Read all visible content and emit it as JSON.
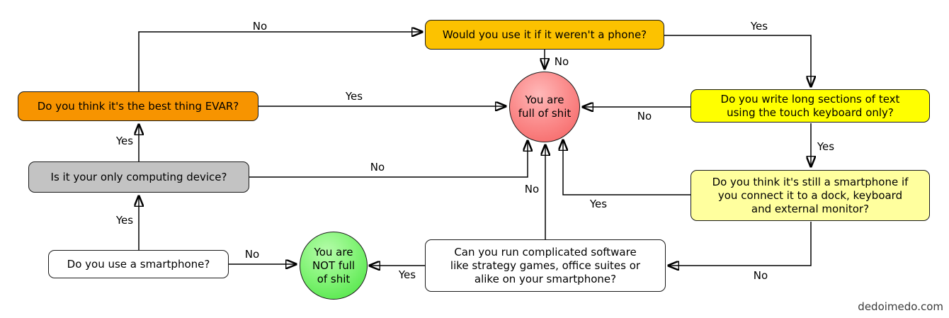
{
  "diagram": {
    "watermark": "dedoimedo.com",
    "colors": {
      "gold": "#FCC200",
      "orange": "#F79400",
      "yellow": "#FFFF00",
      "pale_yellow": "#FFFF9E",
      "gray": "#C3C3C3",
      "white": "#FFFFFF",
      "fail_red": "#F55F5F",
      "pass_green": "#45E23C"
    },
    "nodes": {
      "smartphone": {
        "lines": [
          "Do you use a smartphone?"
        ]
      },
      "only_device": {
        "lines": [
          "Is it your only computing device?"
        ]
      },
      "best_thing": {
        "lines": [
          "Do you think it's the best thing EVAR?"
        ]
      },
      "not_phone": {
        "lines": [
          "Would you use it if it weren't a phone?"
        ]
      },
      "long_text": {
        "lines": [
          "Do you write long sections of text",
          "using the touch keyboard only?"
        ]
      },
      "dock": {
        "lines": [
          "Do you think it's still a smartphone if",
          "you connect it to a dock, keyboard",
          "and external monitor?"
        ]
      },
      "complicated": {
        "lines": [
          "Can you run complicated software",
          "like strategy games, office suites or",
          "alike on your smartphone?"
        ]
      },
      "full_of_shit": {
        "lines": [
          "You are",
          "full of shit"
        ]
      },
      "not_full_of_shit": {
        "lines": [
          "You are",
          "NOT full",
          "of shit"
        ]
      }
    },
    "edges": [
      {
        "from": "best_thing",
        "to": "not_phone",
        "label": "No"
      },
      {
        "from": "not_phone",
        "to": "long_text",
        "label": "Yes"
      },
      {
        "from": "not_phone",
        "to": "full_of_shit",
        "label": "No"
      },
      {
        "from": "best_thing",
        "to": "full_of_shit",
        "label": "Yes"
      },
      {
        "from": "long_text",
        "to": "full_of_shit",
        "label": "No"
      },
      {
        "from": "long_text",
        "to": "dock",
        "label": "Yes"
      },
      {
        "from": "dock",
        "to": "full_of_shit",
        "label": "Yes"
      },
      {
        "from": "dock",
        "to": "complicated",
        "label": "No"
      },
      {
        "from": "complicated",
        "to": "full_of_shit",
        "label": "No"
      },
      {
        "from": "complicated",
        "to": "not_full_of_shit",
        "label": "Yes"
      },
      {
        "from": "smartphone",
        "to": "not_full_of_shit",
        "label": "No"
      },
      {
        "from": "smartphone",
        "to": "only_device",
        "label": "Yes"
      },
      {
        "from": "only_device",
        "to": "best_thing",
        "label": "Yes"
      },
      {
        "from": "only_device",
        "to": "full_of_shit",
        "label": "No"
      }
    ]
  }
}
